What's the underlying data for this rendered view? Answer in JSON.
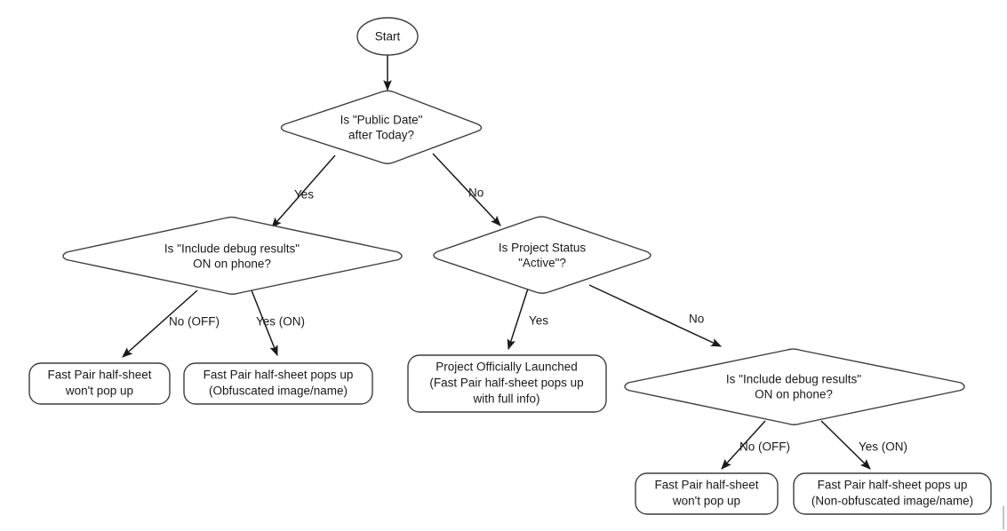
{
  "diagram": {
    "type": "flowchart",
    "title": "Fast Pair half-sheet visibility decision flow",
    "background_color": "#ffffff",
    "stroke_color": "#3d3d3d",
    "text_color": "#1a1a1a"
  },
  "nodes": {
    "start": {
      "shape": "ellipse",
      "label": "Start"
    },
    "q_public_date": {
      "shape": "diamond",
      "line1": "Is \"Public Date\"",
      "line2": "after Today?"
    },
    "q_debug_left": {
      "shape": "diamond",
      "line1": "Is \"Include debug results\"",
      "line2": "ON on phone?"
    },
    "q_project_status": {
      "shape": "diamond",
      "line1": "Is Project Status",
      "line2": "\"Active\"?"
    },
    "q_debug_right": {
      "shape": "diamond",
      "line1": "Is \"Include debug results\"",
      "line2": "ON on phone?"
    },
    "out_left_no": {
      "shape": "rounded-rect",
      "line1": "Fast Pair half-sheet",
      "line2": "won't pop up"
    },
    "out_left_yes": {
      "shape": "rounded-rect",
      "line1": "Fast Pair half-sheet pops up",
      "line2": "(Obfuscated image/name)"
    },
    "out_launched": {
      "shape": "rounded-rect",
      "line1": "Project Officially Launched",
      "line2": "(Fast Pair half-sheet pops up",
      "line3": "with full info)"
    },
    "out_right_no": {
      "shape": "rounded-rect",
      "line1": "Fast Pair half-sheet",
      "line2": "won't pop up"
    },
    "out_right_yes": {
      "shape": "rounded-rect",
      "line1": "Fast Pair half-sheet pops up",
      "line2": "(Non-obfuscated image/name)"
    }
  },
  "edges": [
    {
      "id": "start-to-q1",
      "from": "start",
      "to": "q_public_date",
      "label": ""
    },
    {
      "id": "q1-yes",
      "from": "q_public_date",
      "to": "q_debug_left",
      "label": "Yes"
    },
    {
      "id": "q1-no",
      "from": "q_public_date",
      "to": "q_project_status",
      "label": "No"
    },
    {
      "id": "qdebugleft-no",
      "from": "q_debug_left",
      "to": "out_left_no",
      "label": "No (OFF)"
    },
    {
      "id": "qdebugleft-yes",
      "from": "q_debug_left",
      "to": "out_left_yes",
      "label": "Yes (ON)"
    },
    {
      "id": "qstatus-yes",
      "from": "q_project_status",
      "to": "out_launched",
      "label": "Yes"
    },
    {
      "id": "qstatus-no",
      "from": "q_project_status",
      "to": "q_debug_right",
      "label": "No"
    },
    {
      "id": "qdebugright-no",
      "from": "q_debug_right",
      "to": "out_right_no",
      "label": "No (OFF)"
    },
    {
      "id": "qdebugright-yes",
      "from": "q_debug_right",
      "to": "out_right_yes",
      "label": "Yes (ON)"
    }
  ]
}
